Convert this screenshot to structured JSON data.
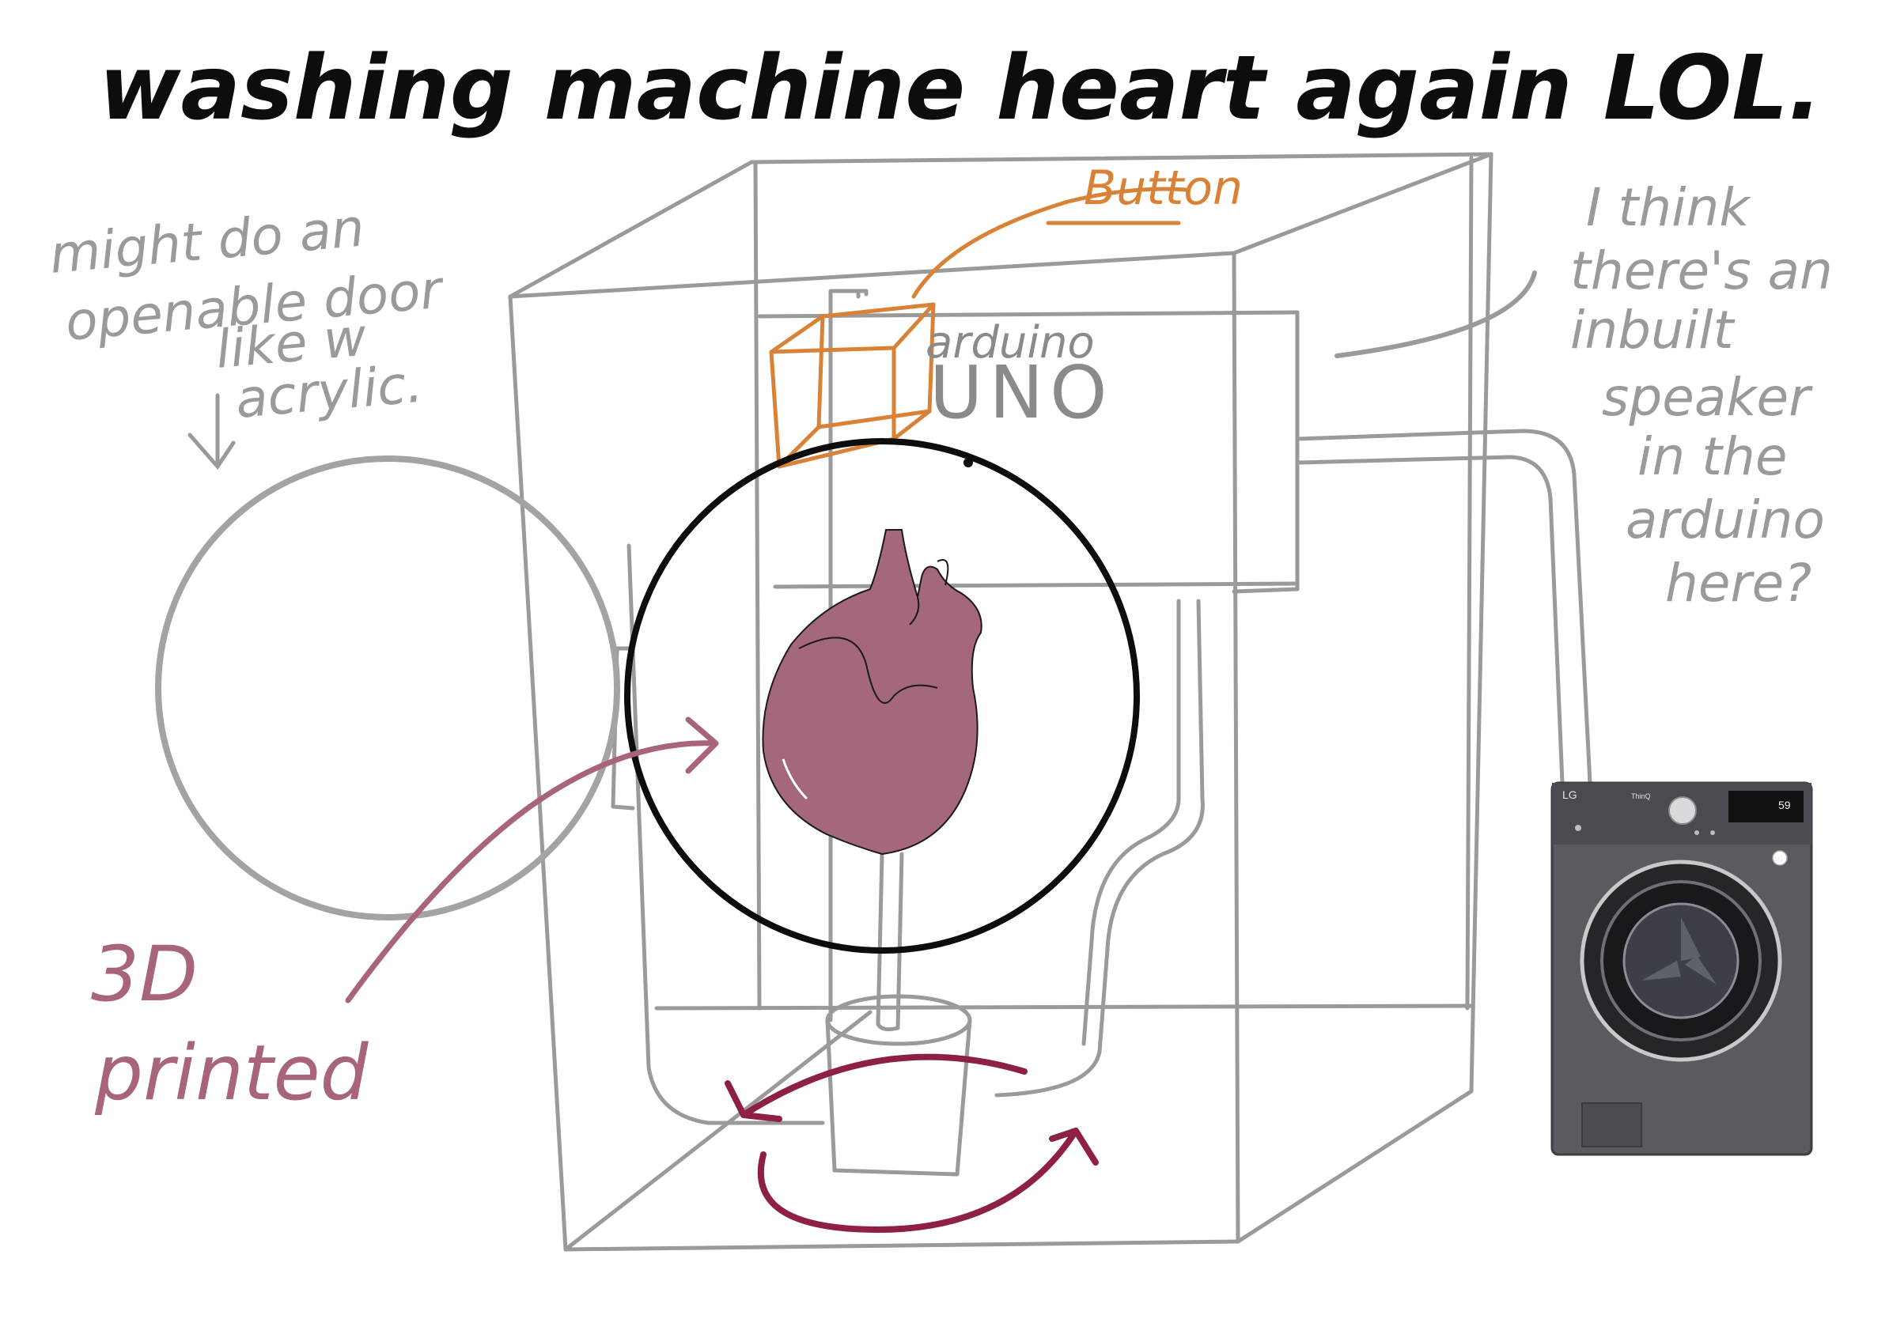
{
  "title": "washing machine heart again LOL.",
  "notes": {
    "door": [
      "might do an",
      "openable door",
      "like w",
      "acrylic."
    ],
    "button": "Button",
    "arduino": [
      "arduino",
      "UNO"
    ],
    "speaker": [
      "I think",
      "there's an",
      "inbuilt",
      "speaker",
      "in the",
      "arduino",
      "here?"
    ],
    "printed": [
      "3D",
      "printed"
    ]
  },
  "reference_photo": {
    "brand": "LG",
    "display": "59",
    "badge": "LG",
    "model_label": "ThinQ"
  },
  "colors": {
    "outline": "#9a9a9a",
    "ink": "#0d0d0d",
    "button": "#d98236",
    "heart": "#a5677a",
    "arrow": "#8e1f47",
    "printed": "#a8647a"
  }
}
